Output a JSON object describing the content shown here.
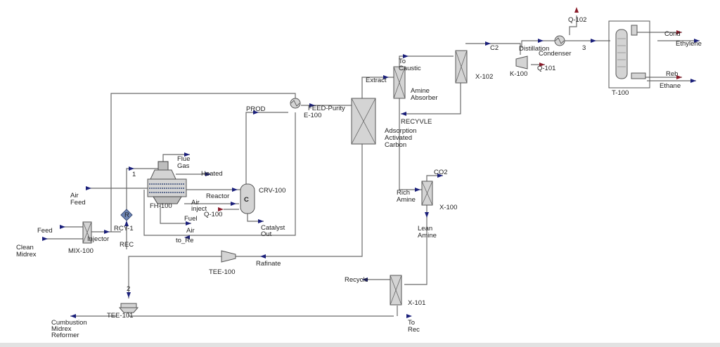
{
  "labels": {
    "q102": "Q-102",
    "c2": "C2",
    "distillation": "Distillation",
    "condenser": "Condenser",
    "stream3": "3",
    "cond": "Cond",
    "ethylene": "Ethylene",
    "reb": "Reb",
    "ethane": "Ethane",
    "t100": "T-100",
    "to_caustic_1": "To",
    "to_caustic_2": "Caustic",
    "x102": "X-102",
    "k100": "K-100",
    "q101": "Q-101",
    "extract": "Extract",
    "amine_abs_1": "Amine",
    "amine_abs_2": "Absorber",
    "recyvle": "RECYVLE",
    "prod": "PROD",
    "feed_purity": "FEED-Purity",
    "e100": "E-100",
    "adsorption_1": "Adsorption",
    "adsorption_2": "Activated",
    "adsorption_3": "Carbon",
    "flue_1": "Flue",
    "flue_2": "Gas",
    "heated": "Heated",
    "stream1": "1",
    "air_feed_1": "Air",
    "air_feed_2": "Feed",
    "reactor": "Reactor",
    "crv100": "CRV-100",
    "fh100": "FH-100",
    "air_inject_1": "Air",
    "air_inject_2": "inject",
    "q100": "Q-100",
    "fuel": "Fuel",
    "air_to_re_1": "Air",
    "air_to_re_2": "to_Re",
    "catalyst_1": "Catalyst",
    "catalyst_2": "Out",
    "co2": "CO2",
    "rich_1": "Rich",
    "rich_2": "Amine",
    "x100": "X-100",
    "lean_1": "Lean",
    "lean_2": "Amine",
    "feed": "Feed",
    "rcy1": "RCY-1",
    "injector": "Injector",
    "rec": "REC",
    "clean_1": "Clean",
    "clean_2": "Midrex",
    "mix100": "MIX-100",
    "raffinate": "Rafinate",
    "tee100": "TEE-100",
    "recycle": "Recycle",
    "x101": "X-101",
    "stream2": "2",
    "tee101": "TEE-101",
    "comb_1": "Cumbustion",
    "comb_2": "Midrex",
    "comb_3": "Reformer",
    "to_rec_1": "To",
    "to_rec_2": "Rec"
  },
  "colors": {
    "stream_line": "#6b6b6b",
    "material_arrow": "#1a1f7a",
    "energy_arrow": "#8a1c2b",
    "equipment_fill": "#d4d4d4"
  }
}
